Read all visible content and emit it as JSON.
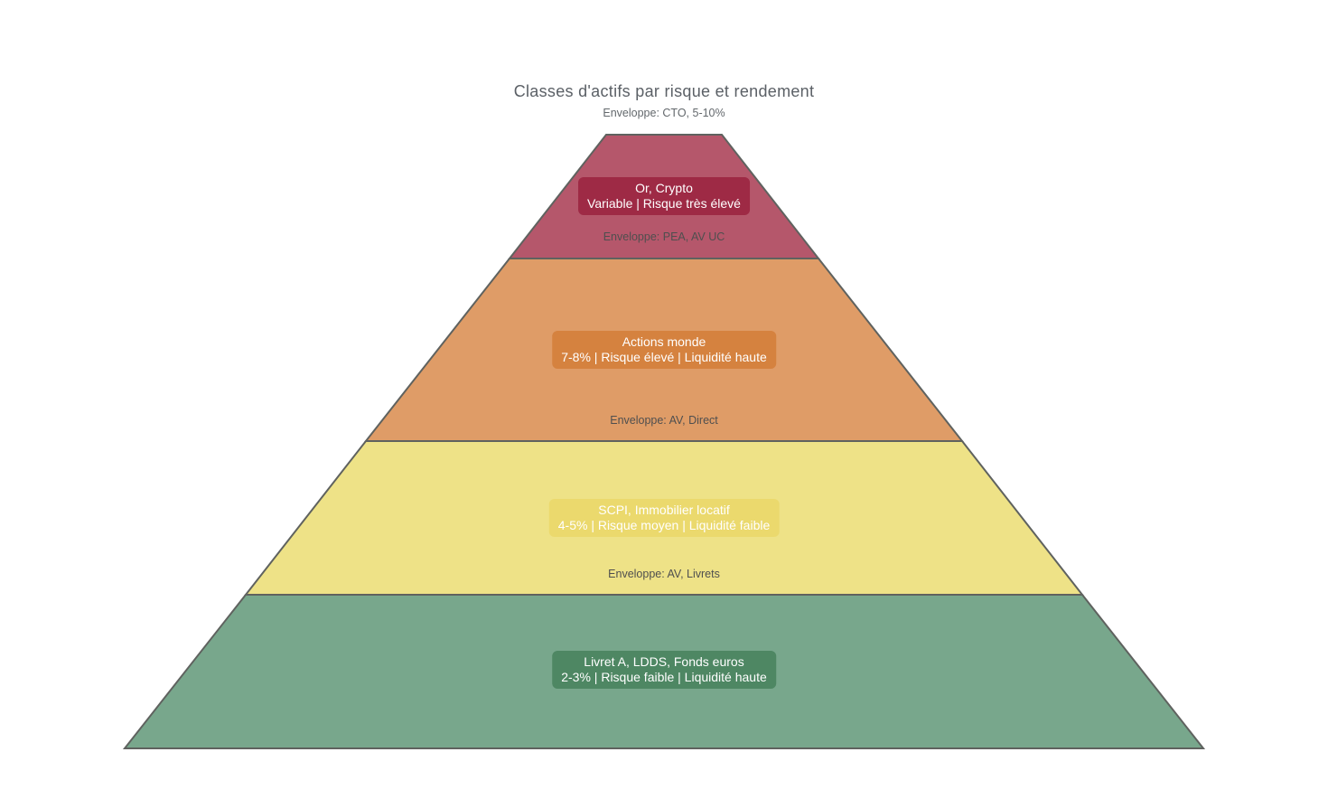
{
  "title": "Classes d'actifs par risque et rendement",
  "subtitle_note": "Enveloppe: CTO, 5-10%",
  "colors": {
    "background": "#ffffff",
    "stroke": "#5f625f",
    "title_text": "#5b6066",
    "note_text": "#4f4f4f",
    "box_text": "#ffffff"
  },
  "pyramid": {
    "levels": [
      {
        "rank": 1,
        "name": "Or, Crypto",
        "details": "Variable | Risque très élevé",
        "band_color": "#b5576b",
        "box_color": "#9e2a45",
        "note": "Enveloppe: PEA, AV UC"
      },
      {
        "rank": 2,
        "name": "Actions monde",
        "details": "7-8% | Risque élevé | Liquidité haute",
        "band_color": "#df9c67",
        "box_color": "#d5823f",
        "note": "Enveloppe: AV, Direct"
      },
      {
        "rank": 3,
        "name": "SCPI, Immobilier locatif",
        "details": "4-5% | Risque moyen | Liquidité faible",
        "band_color": "#eee287",
        "box_color": "#ebd96d",
        "note": "Enveloppe: AV, Livrets"
      },
      {
        "rank": 4,
        "name": "Livret A, LDDS, Fonds euros",
        "details": "2-3% | Risque faible | Liquidité haute",
        "band_color": "#78a78c",
        "box_color": "#4e8763"
      }
    ]
  }
}
